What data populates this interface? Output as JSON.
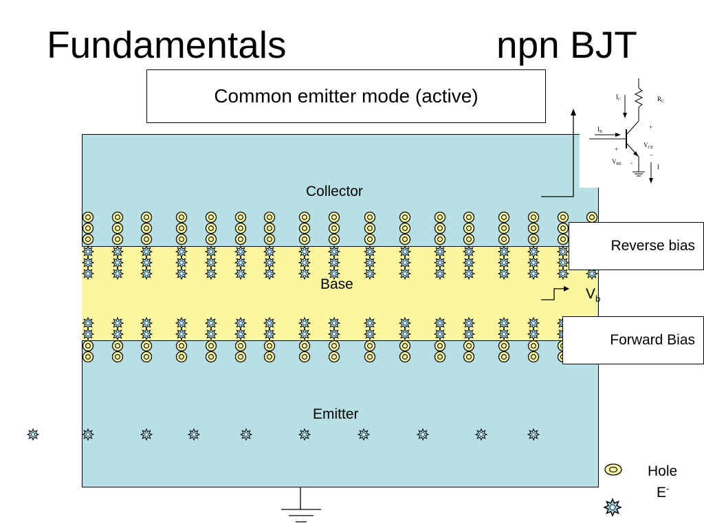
{
  "title": {
    "left": "Fundamentals",
    "right": "npn BJT"
  },
  "mode_box": {
    "label": "Common emitter mode (active)"
  },
  "regions": {
    "collector": "Collector",
    "base": "Base",
    "emitter": "Emitter"
  },
  "bias": {
    "reverse": "Reverse bias",
    "forward": "Forward Bias",
    "vb_main": "V",
    "vb_sub": "b"
  },
  "circuit": {
    "ic": "I",
    "ic_sub": "C",
    "rc": "R",
    "rc_sub": "C",
    "ib": "I",
    "ib_sub": "B",
    "vce": "V",
    "vce_sub": "CE",
    "vbe": "V",
    "vbe_sub": "BE",
    "ie": "I",
    "plus": "+",
    "minus": "-"
  },
  "legend": {
    "hole": "Hole",
    "electron": "E",
    "electron_sup": "-"
  },
  "colors": {
    "device": "#b8dfe3",
    "base": "#fbf7a1",
    "hole_fill": "#f6f3a0",
    "electron_fill": "#9fd1e6"
  },
  "icons": {
    "hole": "hole-circle-icon",
    "electron": "electron-star-icon"
  }
}
